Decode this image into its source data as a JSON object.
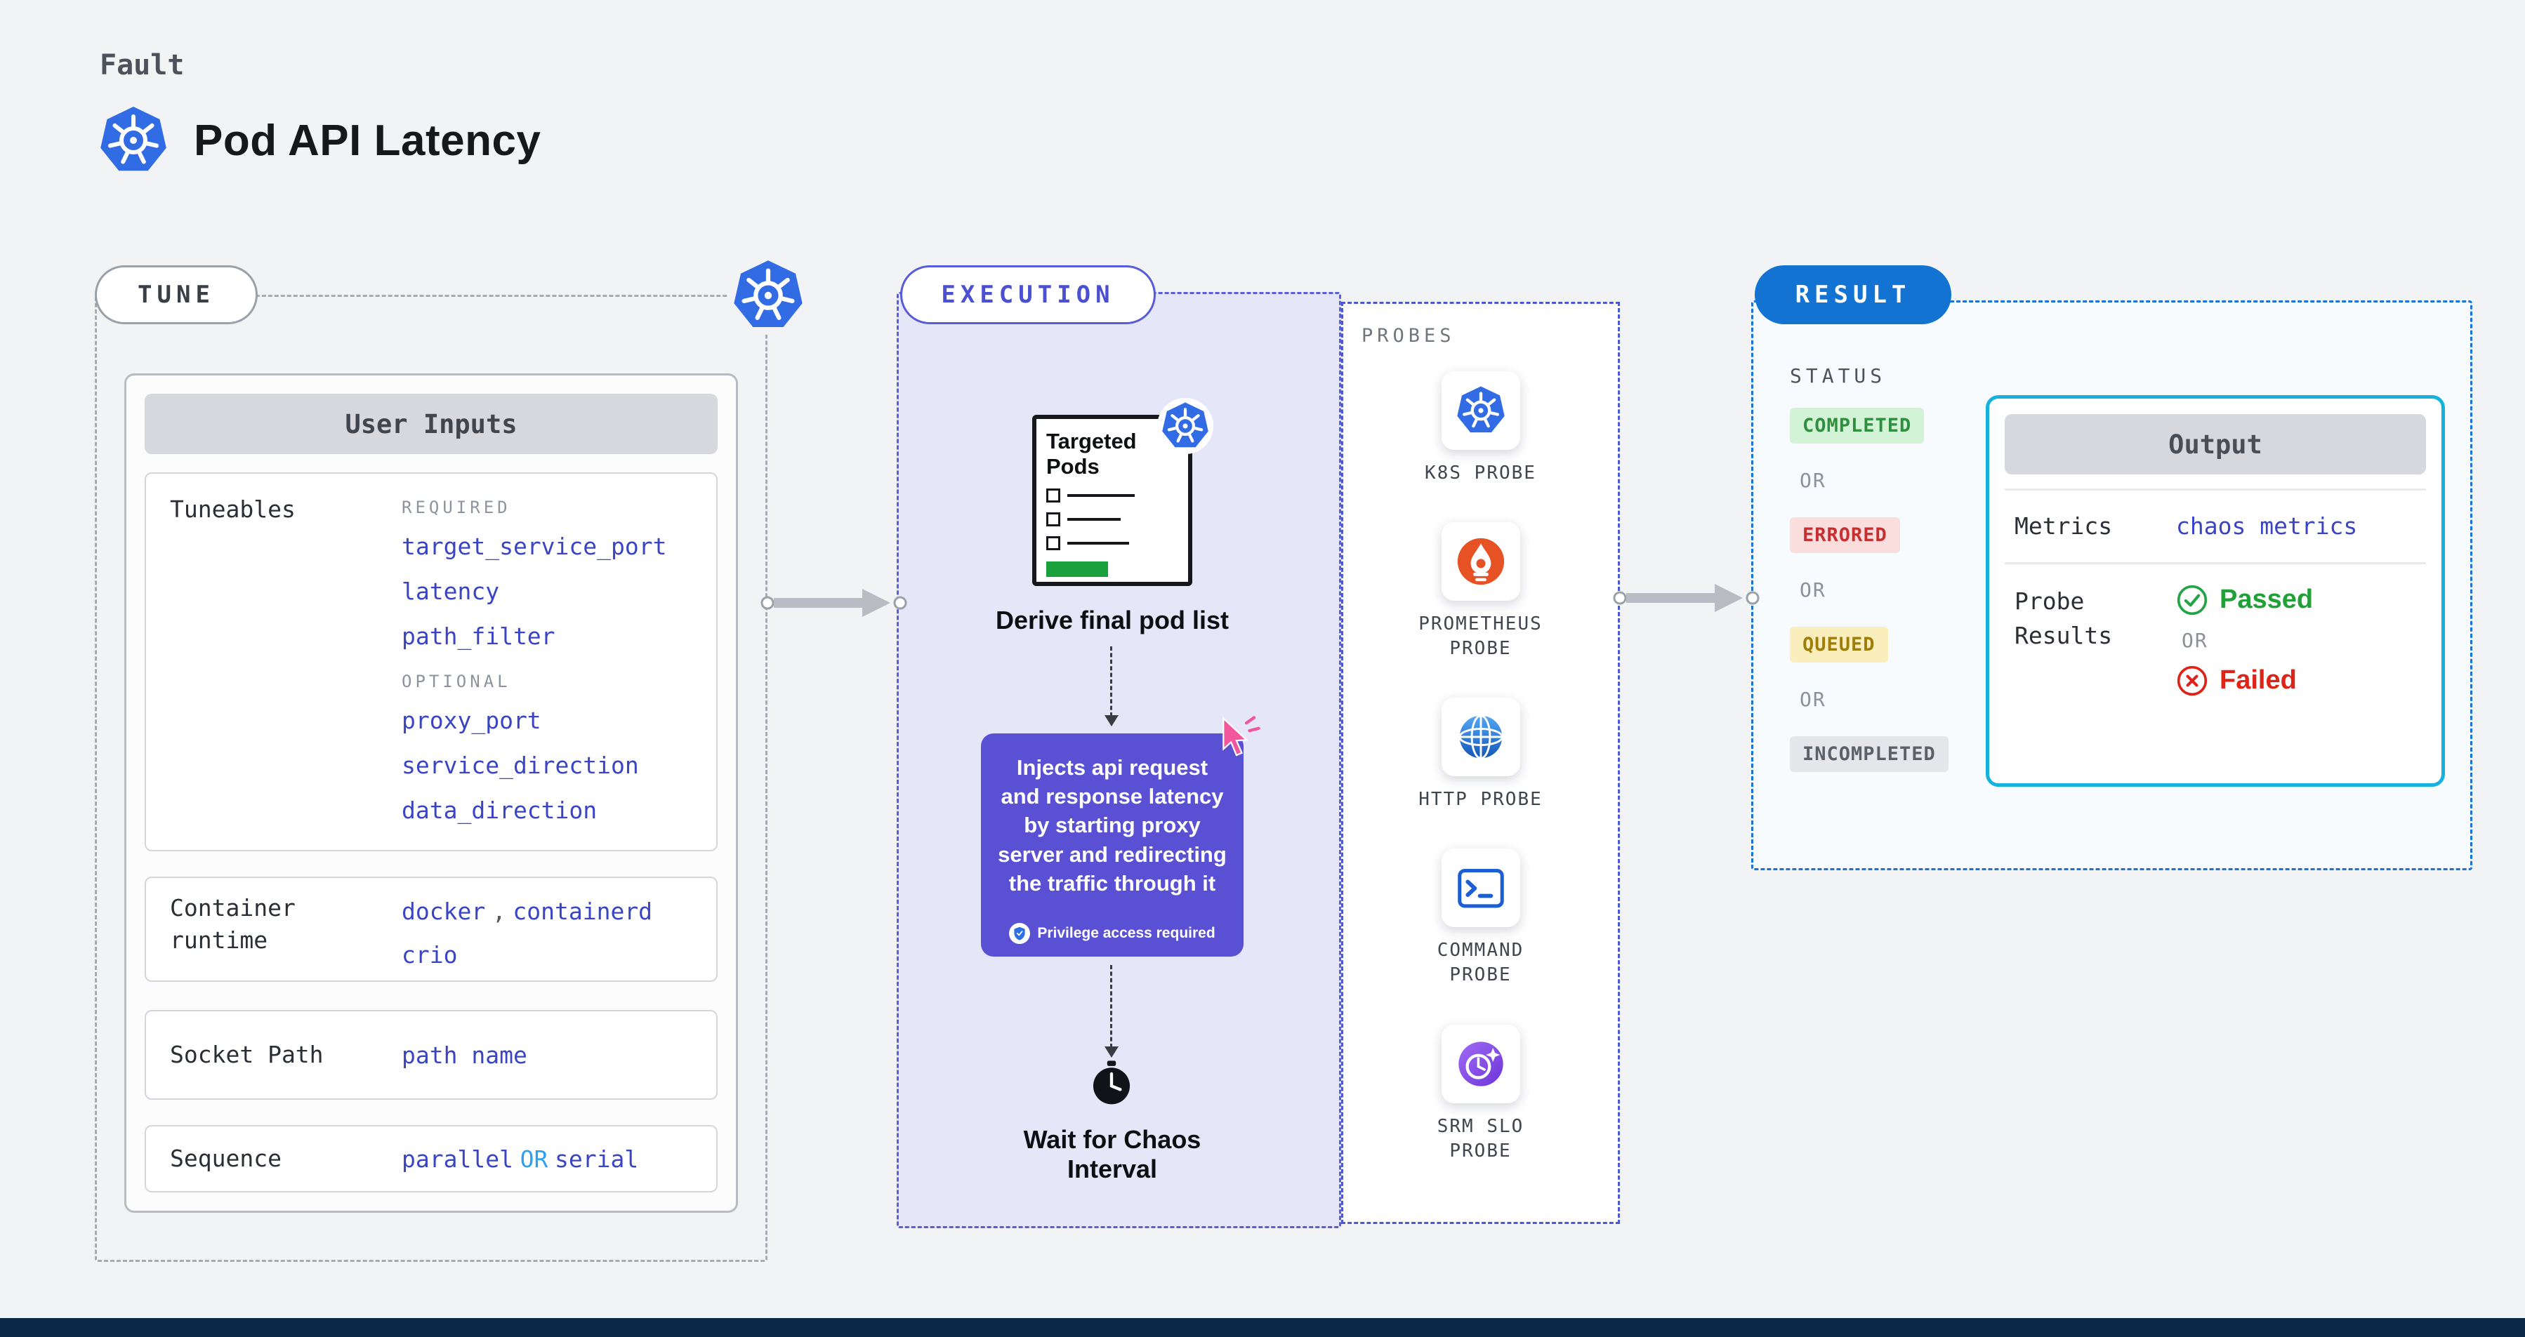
{
  "colors": {
    "k8s_blue": "#326ce5",
    "accent_indigo": "#5a50d4",
    "link_blue": "#3a45c3",
    "result_blue": "#1273d2",
    "output_cyan": "#16b1dd",
    "success_green": "#21a038",
    "error_red": "#dd2418"
  },
  "header": {
    "kicker": "Fault",
    "title": "Pod API Latency"
  },
  "tune": {
    "label": "TUNE",
    "panel_title": "User Inputs",
    "tuneables": {
      "label": "Tuneables",
      "required_label": "REQUIRED",
      "required": [
        "target_service_port",
        "latency",
        "path_filter"
      ],
      "optional_label": "OPTIONAL",
      "optional": [
        "proxy_port",
        "service_direction",
        "data_direction"
      ]
    },
    "container_runtime": {
      "label": "Container runtime",
      "value_1": "docker",
      "separator": ",",
      "value_2": "containerd",
      "value_3": "crio"
    },
    "socket_path": {
      "label": "Socket Path",
      "value": "path name"
    },
    "sequence": {
      "label": "Sequence",
      "value_1": "parallel",
      "or": "OR",
      "value_2": "serial"
    }
  },
  "execution": {
    "label": "EXECUTION",
    "targeted_pods": {
      "title": "Targeted Pods"
    },
    "derive_label": "Derive final pod list",
    "inject_text": "Injects api request and response latency by starting proxy server and redirecting the traffic through it",
    "privilege_note": "Privilege access required",
    "wait_label": "Wait for Chaos Interval",
    "probes": {
      "label": "PROBES",
      "items": [
        {
          "name": "K8S PROBE",
          "icon": "kubernetes-icon"
        },
        {
          "name": "PROMETHEUS PROBE",
          "icon": "prometheus-icon"
        },
        {
          "name": "HTTP PROBE",
          "icon": "http-globe-icon"
        },
        {
          "name": "COMMAND PROBE",
          "icon": "terminal-icon"
        },
        {
          "name": "SRM SLO PROBE",
          "icon": "srm-slo-icon"
        }
      ]
    }
  },
  "result": {
    "label": "RESULT",
    "status_label": "STATUS",
    "statuses": [
      {
        "text": "COMPLETED",
        "type": "completed"
      },
      {
        "text": "OR",
        "type": "separator"
      },
      {
        "text": "ERRORED",
        "type": "errored"
      },
      {
        "text": "OR",
        "type": "separator"
      },
      {
        "text": "QUEUED",
        "type": "queued"
      },
      {
        "text": "OR",
        "type": "separator"
      },
      {
        "text": "INCOMPLETED",
        "type": "incompleted"
      }
    ],
    "output": {
      "title": "Output",
      "metrics_label": "Metrics",
      "metrics_value": "chaos metrics",
      "probe_results_label": "Probe Results",
      "passed_label": "Passed",
      "or_label": "OR",
      "failed_label": "Failed"
    }
  }
}
